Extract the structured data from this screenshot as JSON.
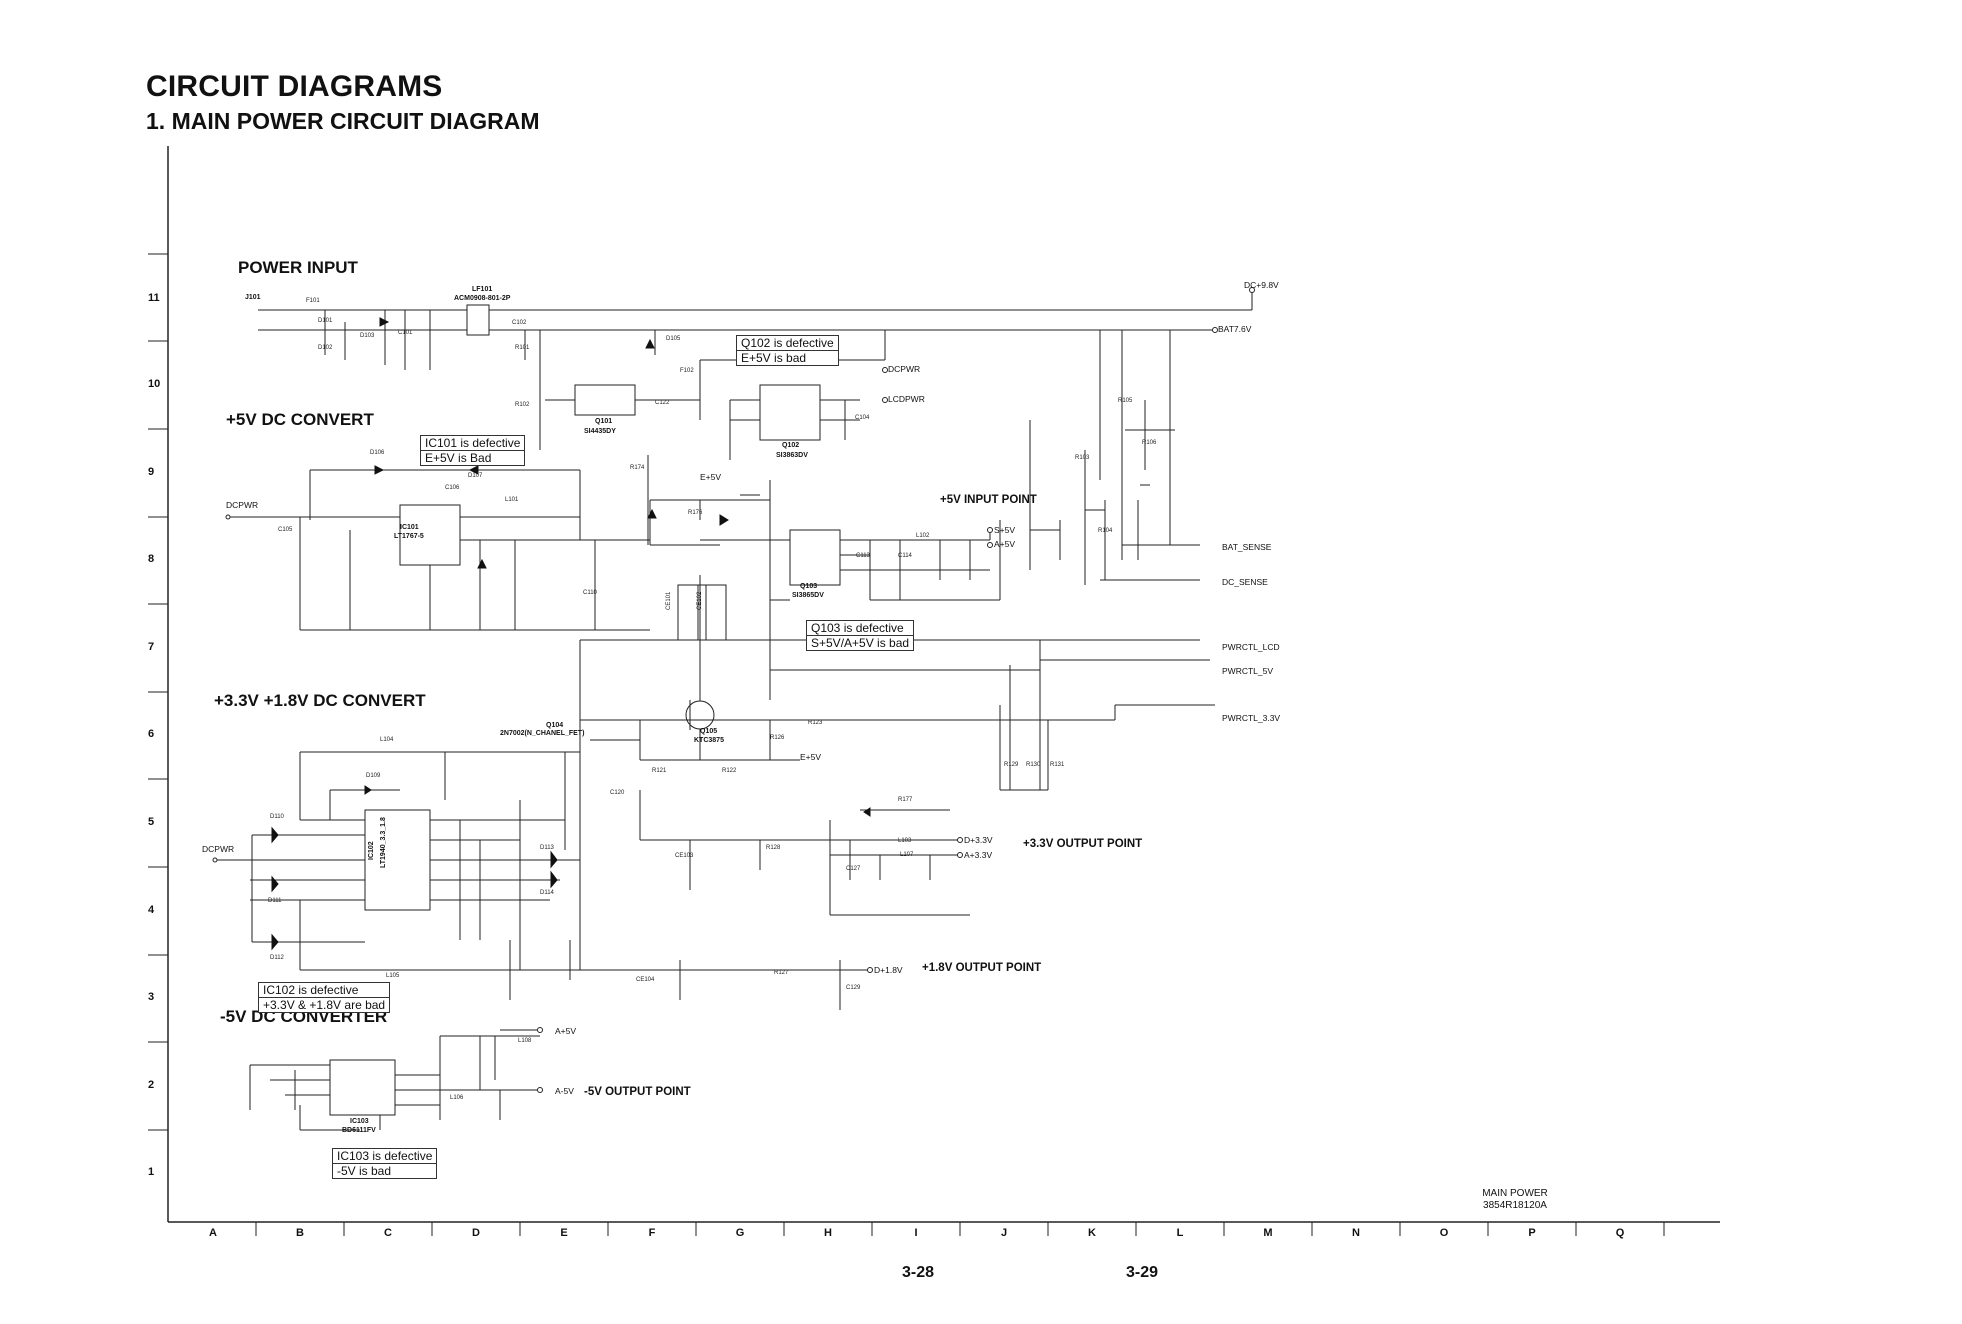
{
  "header": {
    "title": "CIRCUIT DIAGRAMS",
    "subtitle": "1. MAIN POWER CIRCUIT DIAGRAM"
  },
  "sections": {
    "power_input": "POWER INPUT",
    "dc5v": "+5V DC CONVERT",
    "dc33": "+3.3V +1.8V DC CONVERT",
    "dc_neg5": "-5V DC CONVERTER"
  },
  "notes": {
    "ic101": [
      "IC101 is defective",
      "E+5V is Bad"
    ],
    "q102": [
      "Q102 is defective",
      "E+5V is bad"
    ],
    "q103": [
      "Q103 is defective",
      "S+5V/A+5V is bad"
    ],
    "ic102": [
      "IC102 is defective",
      "+3.3V & +1.8V are bad"
    ],
    "ic103": [
      "IC103 is defective",
      "-5V is bad"
    ]
  },
  "outputs": {
    "input5v": "+5V INPUT POINT",
    "out33": "+3.3V OUTPUT  POINT",
    "out18": "+1.8V OUTPUT  POINT",
    "outneg5": "-5V OUTPUT  POINT"
  },
  "nets": {
    "dc98": "DC+9.8V",
    "bat76": "BAT7.6V",
    "dcpwr_top": "DCPWR",
    "lcdpwr": "LCDPWR",
    "bat_sense": "BAT_SENSE",
    "dc_sense": "DC_SENSE",
    "pwrctl_lcd": "PWRCTL_LCD",
    "pwrctl_5v": "PWRCTL_5V",
    "pwrctl_33": "PWRCTL_3.3V",
    "s5v": "S+5V",
    "a5v": "A+5V",
    "d33": "D+3.3V",
    "a33": "A+3.3V",
    "d18": "D+1.8V",
    "a5v_neg": "A+5V",
    "am5v": "A-5V",
    "e5v_1": "E+5V",
    "e5v_2": "E+5V",
    "dcpwr_left1": "DCPWR",
    "dcpwr_left2": "DCPWR"
  },
  "parts": {
    "j101": "J101",
    "lf101": "LF101",
    "lf101_pn": "ACM0908-801-2P",
    "q101": "Q101",
    "q101_pn": "SI4435DY",
    "q102": "Q102",
    "q102_pn": "SI3863DV",
    "q103": "Q103",
    "q103_pn": "SI3865DV",
    "ic101": "IC101",
    "ic101_pn": "LT1767-5",
    "ic102": "IC102",
    "ic102_pn": "LT1940_3.3_1.8",
    "ic103": "IC103",
    "ic103_pn": "BD6111FV",
    "q104": "Q104",
    "q104_pn": "2N7002(N_CHANEL_FET)",
    "q105": "Q105",
    "q105_pn": "KTC3875"
  },
  "grid": {
    "columns": [
      "A",
      "B",
      "C",
      "D",
      "E",
      "F",
      "G",
      "H",
      "I",
      "J",
      "K",
      "L",
      "M",
      "N",
      "O",
      "P",
      "Q"
    ],
    "rows": [
      "11",
      "10",
      "9",
      "8",
      "7",
      "6",
      "5",
      "4",
      "3",
      "2",
      "1"
    ]
  },
  "title_block": {
    "line1": "MAIN POWER",
    "line2": "3854R18120A"
  },
  "pages": {
    "left": "3-28",
    "right": "3-29"
  },
  "small_labels": {
    "r101": "R101",
    "r102": "R102",
    "r105": "R105",
    "r106": "R106",
    "r103": "R103",
    "r104": "R104",
    "c101": "C101",
    "c102": "C102",
    "c104": "C104",
    "c105": "C105",
    "c106": "C106",
    "c110": "C110",
    "c113": "C113",
    "c114": "C114",
    "c120": "C120",
    "c122": "C122",
    "c127": "C127",
    "c129": "C129",
    "d101": "D101",
    "d102": "D102",
    "d103": "D103",
    "d105": "D105",
    "d106": "D106",
    "d107": "D107",
    "d109": "D109",
    "d110": "D110",
    "d111": "D111",
    "d112": "D112",
    "d113": "D113",
    "d114": "D114",
    "l101": "L101",
    "l102": "L102",
    "l103": "L103",
    "l104": "L104",
    "l105": "L105",
    "l106": "L106",
    "l107": "L107",
    "l108": "L108",
    "f101": "F101",
    "f102": "F102",
    "r121": "R121",
    "r122": "R122",
    "r123": "R123",
    "r126": "R126",
    "r127": "R127",
    "r128": "R128",
    "r129": "R129",
    "r130": "R130",
    "r131": "R131",
    "r174": "R174",
    "r176": "R176",
    "r177": "R177",
    "ce101": "CE101",
    "ce102": "CE102",
    "ce103": "CE103",
    "ce104": "CE104"
  }
}
